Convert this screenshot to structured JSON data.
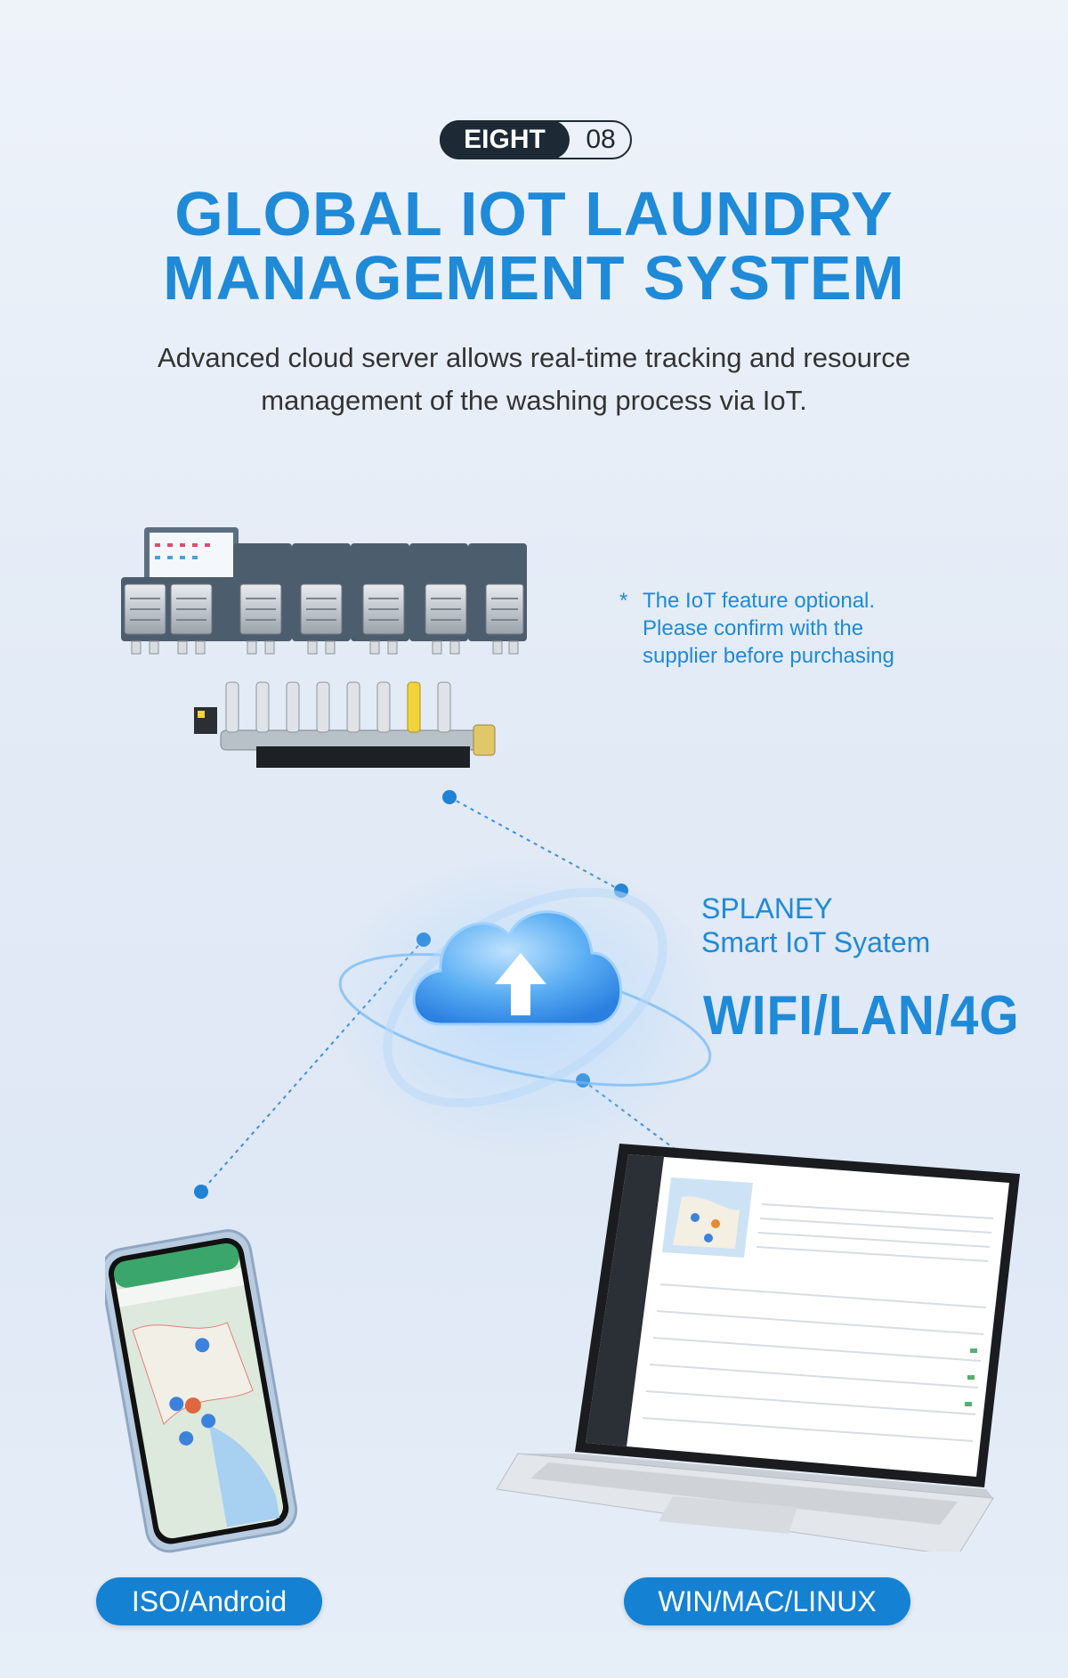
{
  "badge": {
    "label": "EIGHT",
    "number": "08"
  },
  "title": {
    "line1": "GLOBAL IOT LAUNDRY",
    "line2": "MANAGEMENT SYSTEM"
  },
  "subtitle": {
    "line1": "Advanced cloud server allows real-time tracking and resource",
    "line2": "management of the washing process via IoT."
  },
  "note": {
    "star": "*",
    "line1": "The IoT feature optional.",
    "line2": "Please confirm with the",
    "line3": "supplier before purchasing"
  },
  "brand": {
    "line1": "SPLANEY",
    "line2": "Smart IoT Syatem",
    "protocols": "WIFI/LAN/4G"
  },
  "platforms": {
    "mobile": "ISO/Android",
    "desktop": "WIN/MAC/LINUX"
  },
  "colors": {
    "accent": "#1e8ad8",
    "pill": "#1581d3",
    "dark": "#1d2a36"
  }
}
